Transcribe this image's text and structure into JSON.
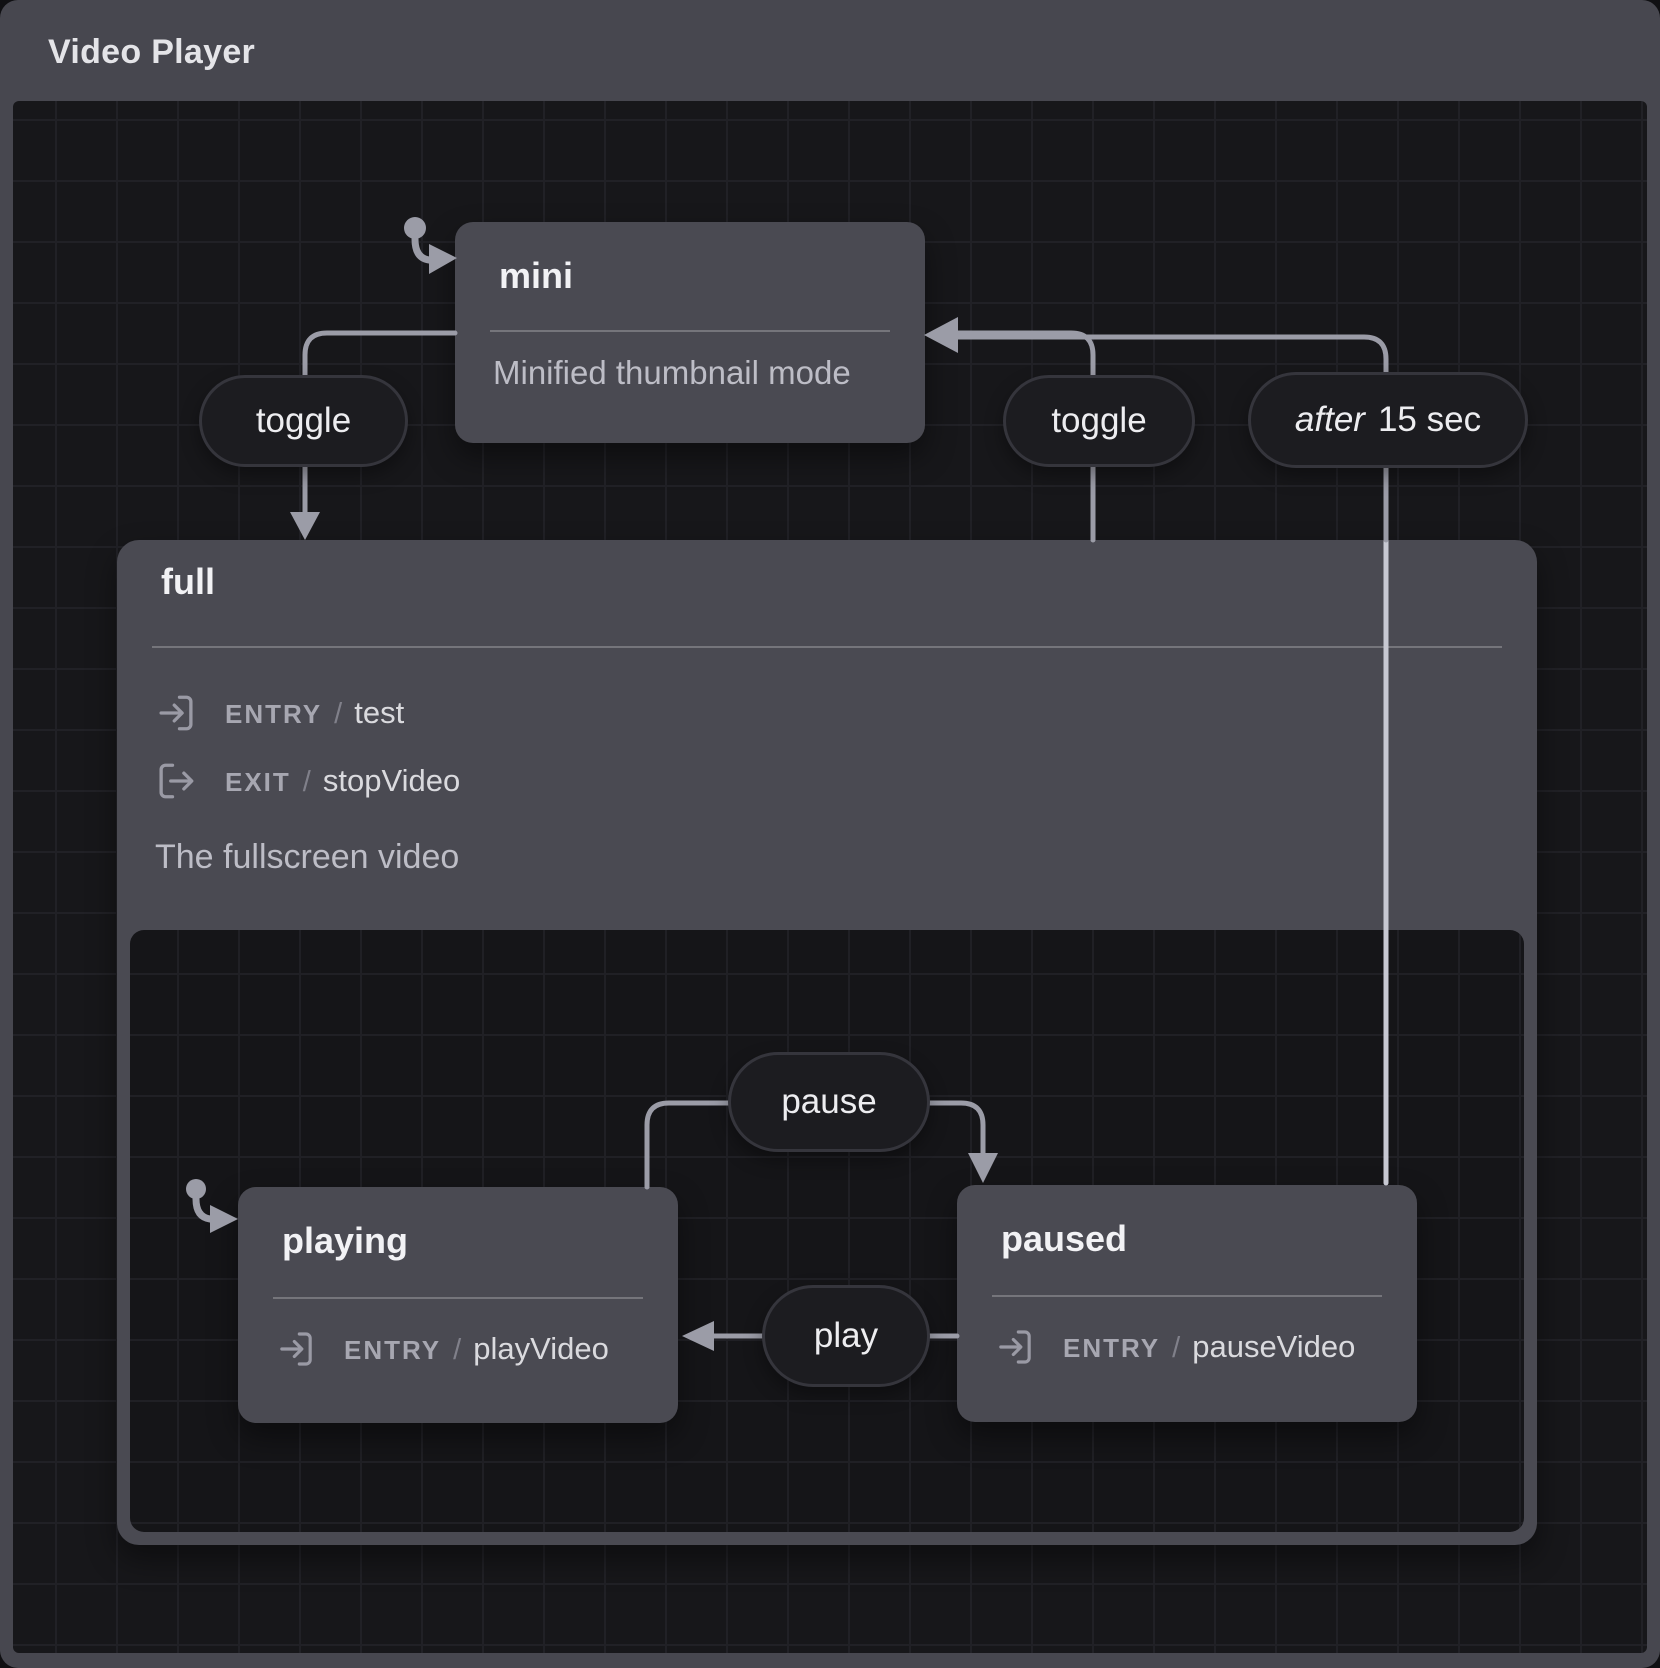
{
  "window": {
    "title": "Video Player"
  },
  "colors": {
    "frame": "#47474f",
    "canvas_bg": "#17171a",
    "state_bg": "#4a4a52",
    "pill_bg": "#1c1c20",
    "arrow": "#9b9ca7",
    "arrow_overlay": "#c7c8d2"
  },
  "labels": {
    "entry": "ENTRY",
    "exit": "EXIT",
    "separator": "/"
  },
  "states": {
    "mini": {
      "name": "mini",
      "description": "Minified thumbnail mode"
    },
    "full": {
      "name": "full",
      "entry_action": "test",
      "exit_action": "stopVideo",
      "description": "The fullscreen video"
    },
    "playing": {
      "name": "playing",
      "entry_action": "playVideo"
    },
    "paused": {
      "name": "paused",
      "entry_action": "pauseVideo"
    }
  },
  "transitions": {
    "toggle_mini_to_full": {
      "label": "toggle"
    },
    "toggle_full_to_mini": {
      "label": "toggle"
    },
    "after_paused_to_mini": {
      "event": "after",
      "delay": "15 sec"
    },
    "pause": {
      "label": "pause"
    },
    "play": {
      "label": "play"
    }
  }
}
